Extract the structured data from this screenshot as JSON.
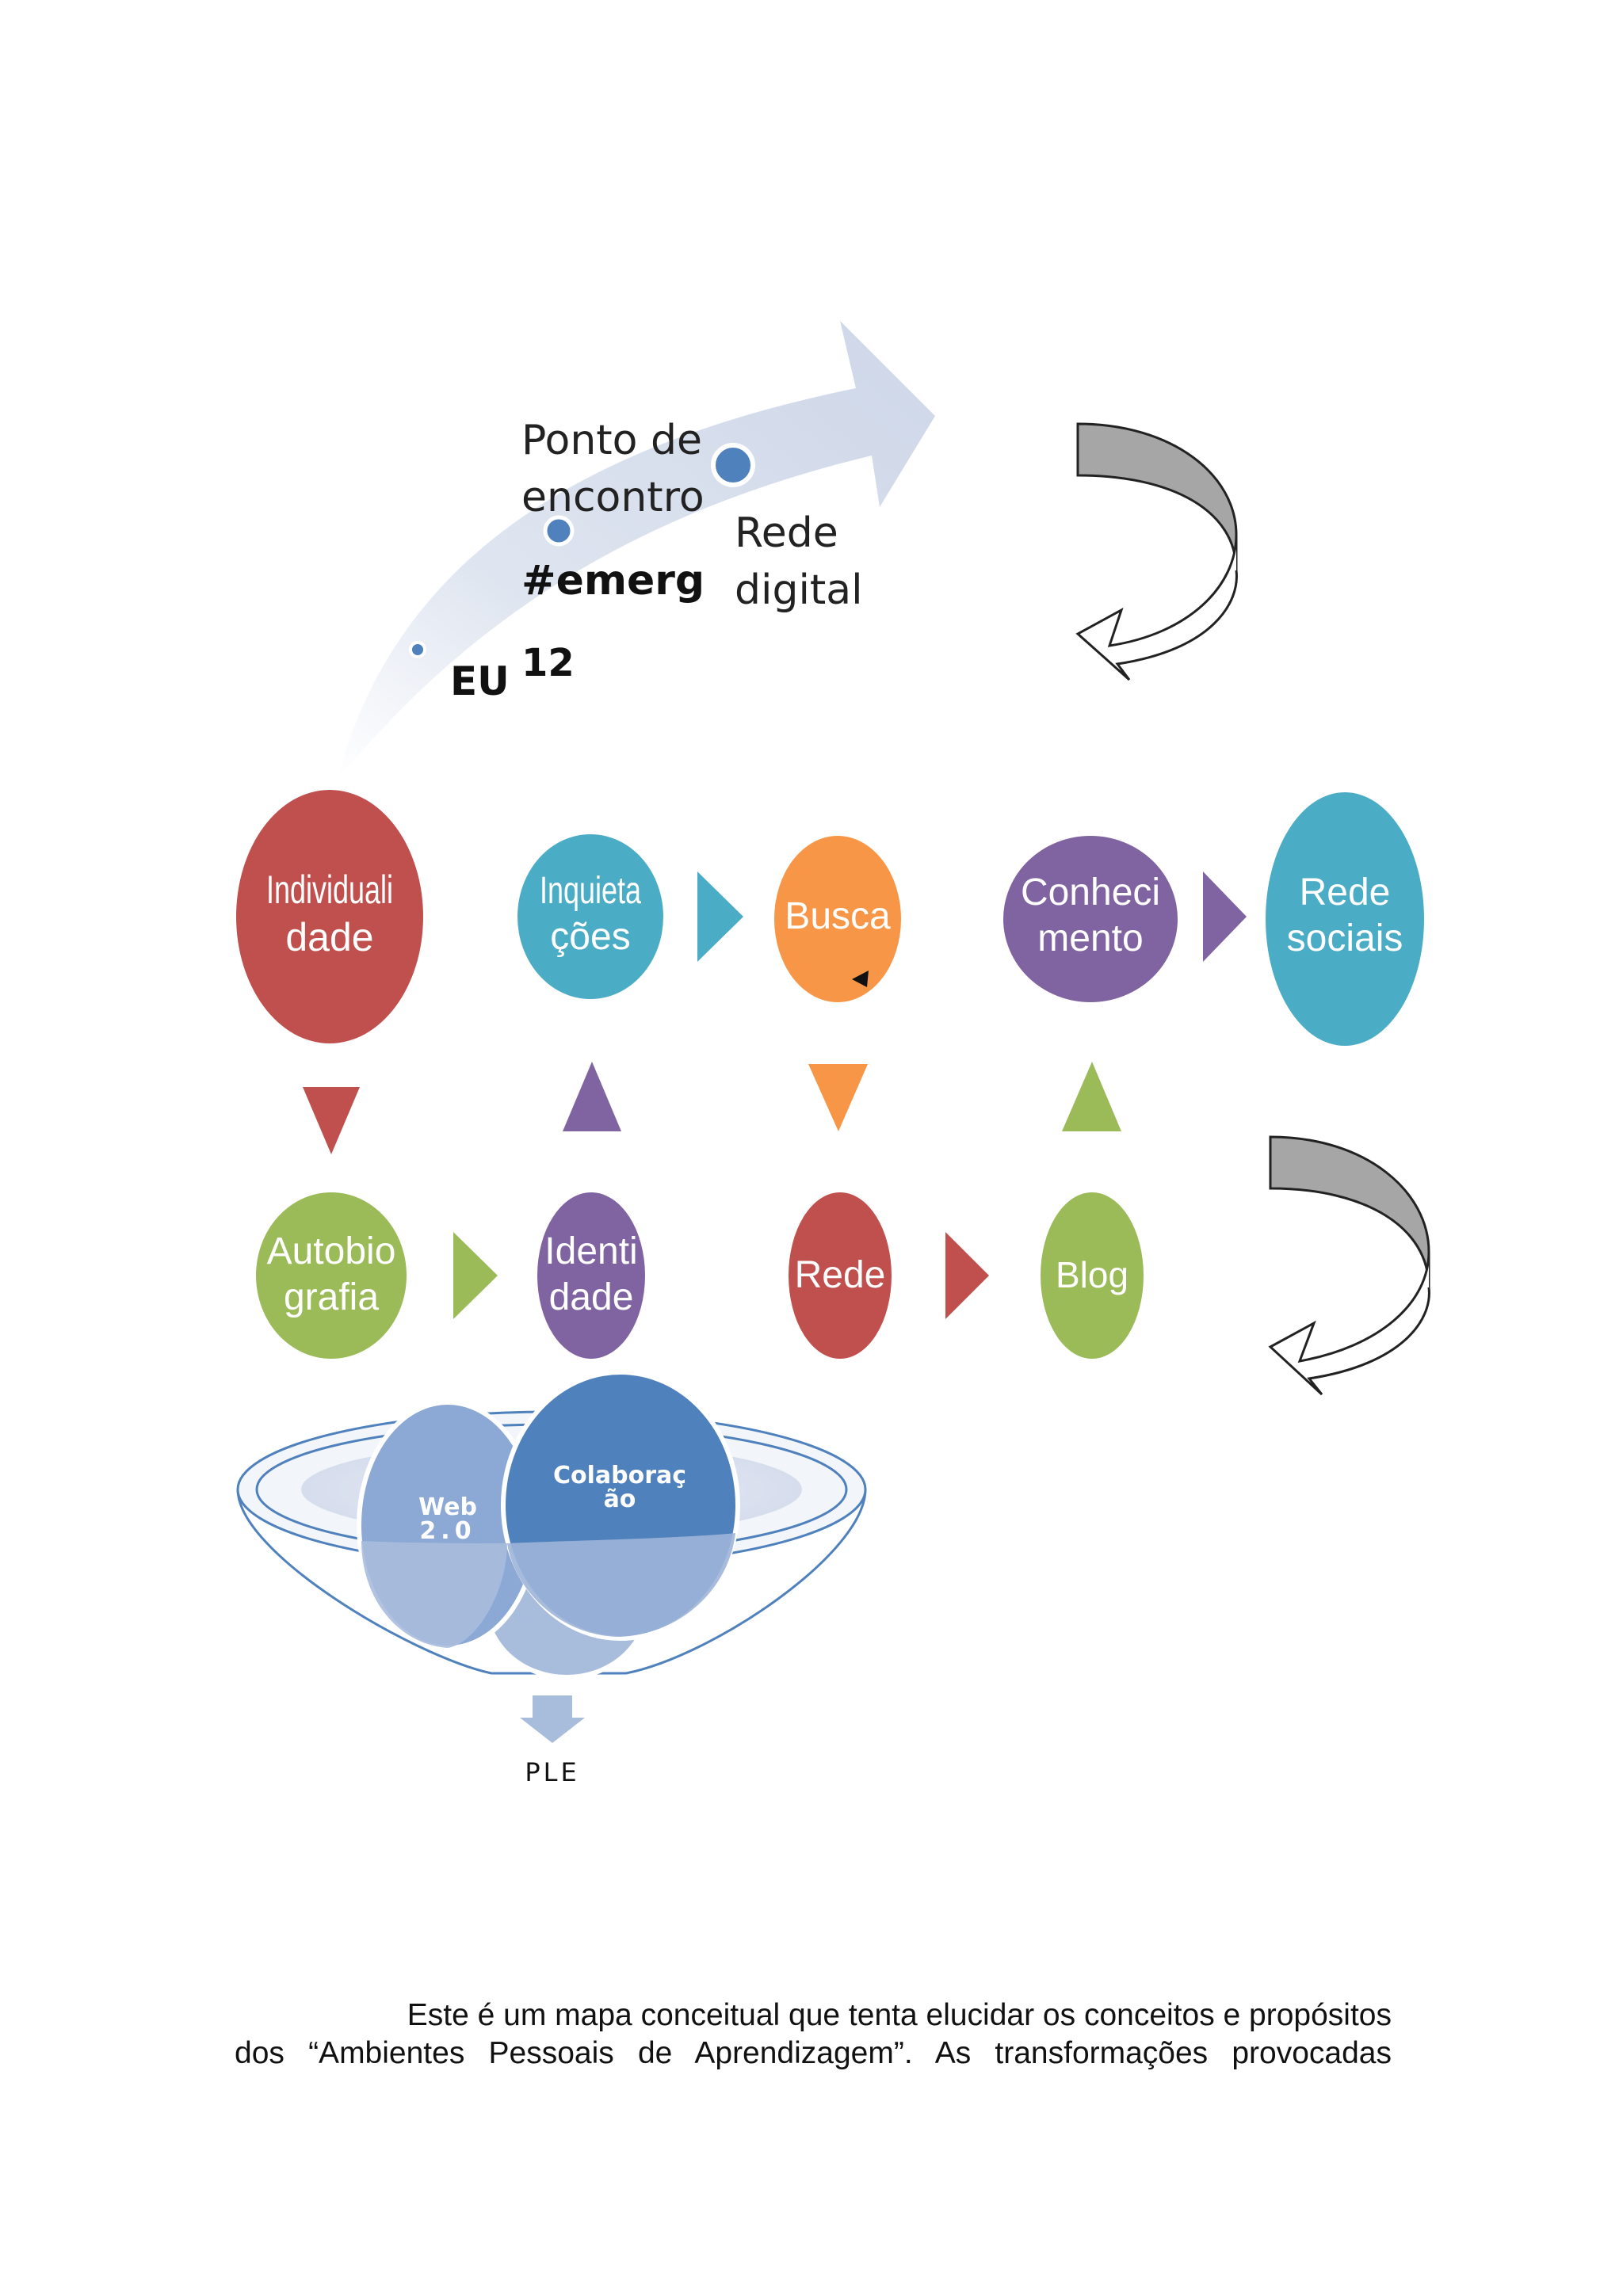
{
  "arrow": {
    "labels": {
      "ponto_line1": "Ponto de",
      "ponto_line2": "encontro",
      "emerg": "#emerg",
      "num": "12",
      "eu": "EU",
      "rede_line1": "Rede",
      "rede_line2": "digital"
    }
  },
  "nodes": {
    "individualidade": [
      "Individuali",
      "dade"
    ],
    "inquietacoes": [
      "Inquieta",
      "ções"
    ],
    "busca": [
      "Busca"
    ],
    "conhecimento": [
      "Conheci",
      "mento"
    ],
    "rede_sociais": [
      "Rede",
      "sociais"
    ],
    "autobiografia": [
      "Autobio",
      "grafia"
    ],
    "identidade": [
      "Identi",
      "dade"
    ],
    "rede": [
      "Rede"
    ],
    "blog": [
      "Blog"
    ]
  },
  "funnel": {
    "web20": [
      "Web",
      "2.0"
    ],
    "colaboracao": [
      "Colaboraç",
      "ão"
    ],
    "ple": "PLE"
  },
  "colors": {
    "red": "#c0504d",
    "teal": "#4bacc6",
    "orange": "#f79646",
    "purple": "#8064a2",
    "green": "#9bbb59",
    "blue": "#4f81bd",
    "arrow_fill": "#dce3ef",
    "curl_gray": "#a6a6a6"
  },
  "paragraph": {
    "line1": "Este é um mapa conceitual que tenta elucidar os conceitos e propósitos",
    "line2": "dos “Ambientes Pessoais de Aprendizagem”. As transformações provocadas"
  }
}
